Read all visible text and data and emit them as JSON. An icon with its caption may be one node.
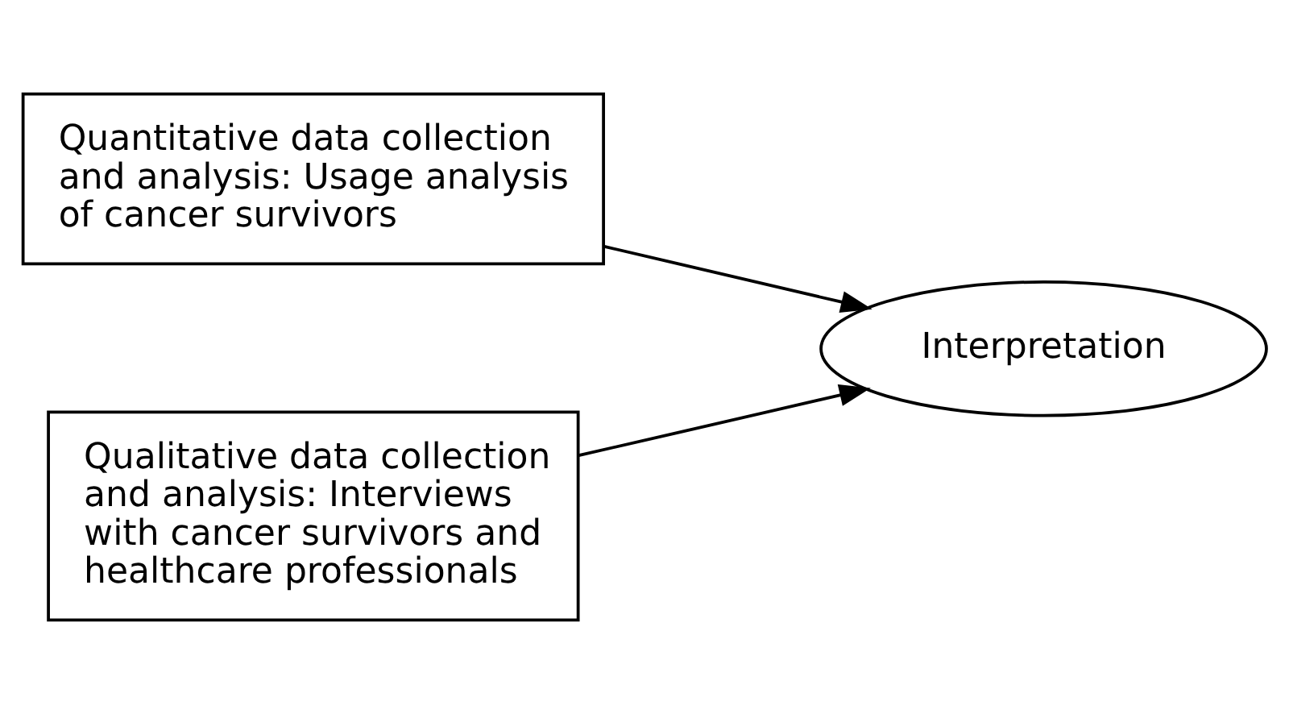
{
  "diagram": {
    "nodes": [
      {
        "text": [
          "Quantitative data collection and analysis: Usage analysis of cancer survivors"
        ]
      },
      {
        "text": [
          "Qualitative data collection and analysis: Interviews with cancer survivors and healthcare professionals"
        ]
      },
      {
        "text": [
          "Interpretation"
        ]
      }
    ],
    "edges": [
      {
        "from": 0,
        "to": 2,
        "arrow": "to"
      },
      {
        "from": 1,
        "to": 2,
        "arrow": "to"
      }
    ]
  }
}
